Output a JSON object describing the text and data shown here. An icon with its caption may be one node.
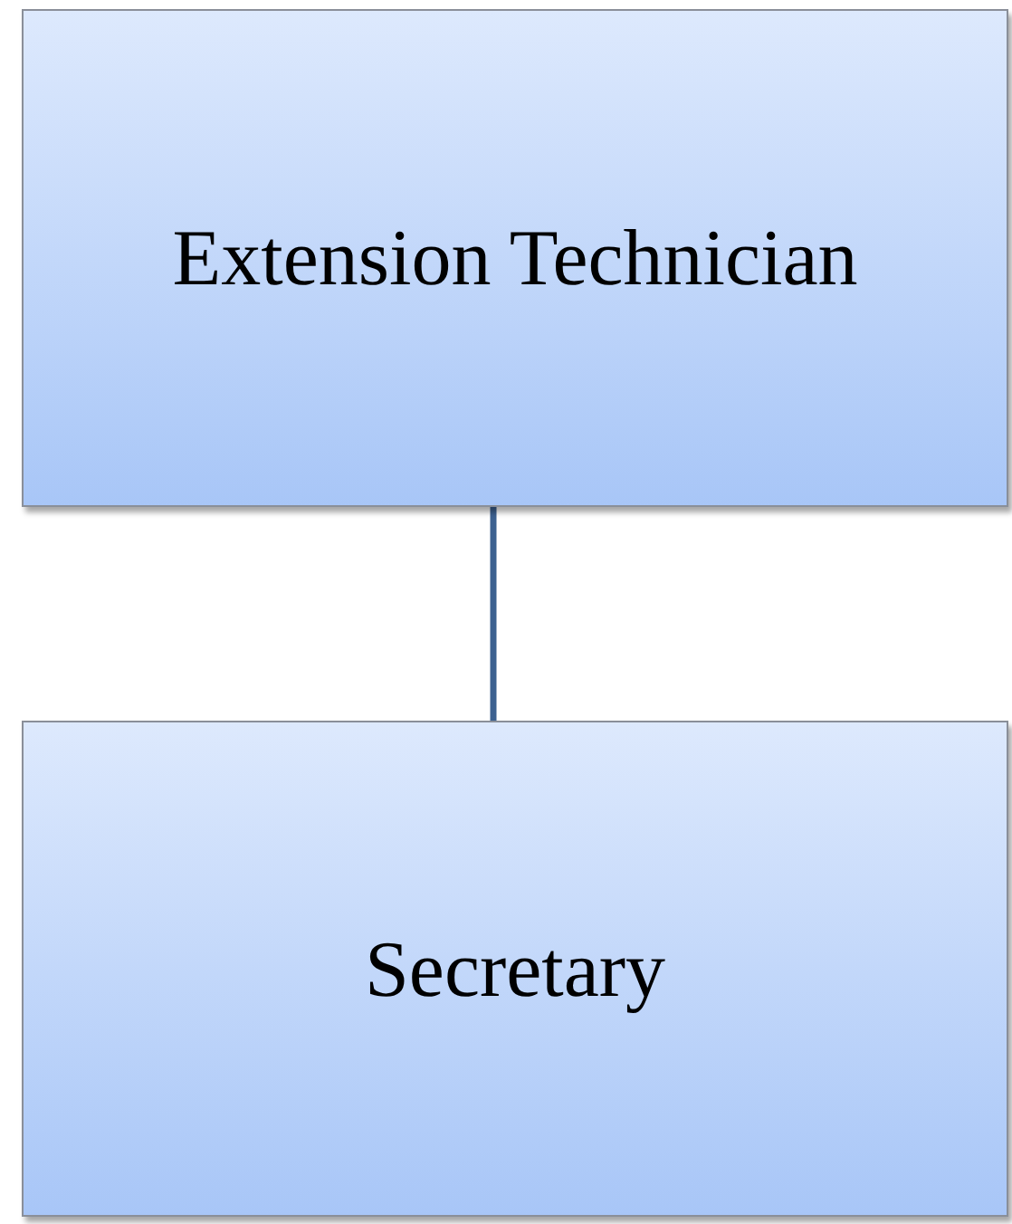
{
  "diagram": {
    "nodes": [
      {
        "text": [
          "Extension Technician"
        ]
      },
      {
        "text": [
          "Secretary"
        ]
      }
    ],
    "edges": [
      {
        "from": 0,
        "to": 1,
        "arrow": "none"
      }
    ]
  }
}
